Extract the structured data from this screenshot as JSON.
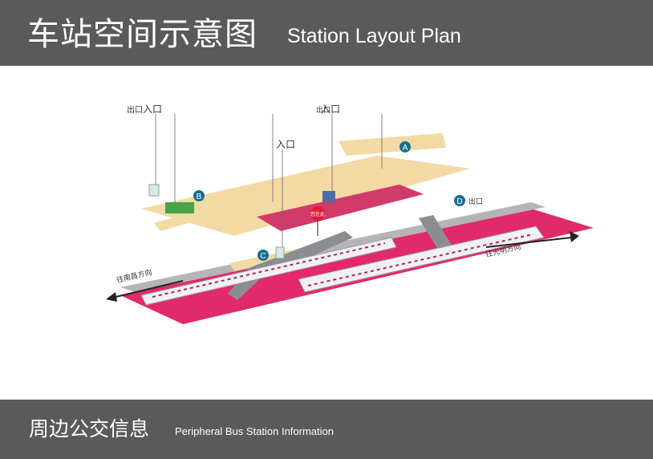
{
  "header": {
    "title_cn": "车站空间示意图",
    "title_en": "Station Layout Plan"
  },
  "footer": {
    "title_cn": "周边公交信息",
    "title_en": "Peripheral Bus Station Information"
  },
  "diagram": {
    "entrance_labels": [
      "A",
      "B",
      "C",
      "D"
    ],
    "entrance_d_text": "出口",
    "pin_label": "您在此",
    "direction_left_text": "往南昌方向",
    "direction_right_text": "往光明方向",
    "callouts": {
      "exit_1": "出口",
      "entrance_1": "入口",
      "entrance_2": "入口",
      "entrance_3": "入口",
      "exit_2": "出口"
    },
    "colors": {
      "concourse": "#f3d9a3",
      "paid_area": "#d23a6a",
      "platform": "#e2296a",
      "entrance_marker": "#1a6f8f",
      "train": "#f2f0f4",
      "rail": "#b5b5b8"
    }
  }
}
